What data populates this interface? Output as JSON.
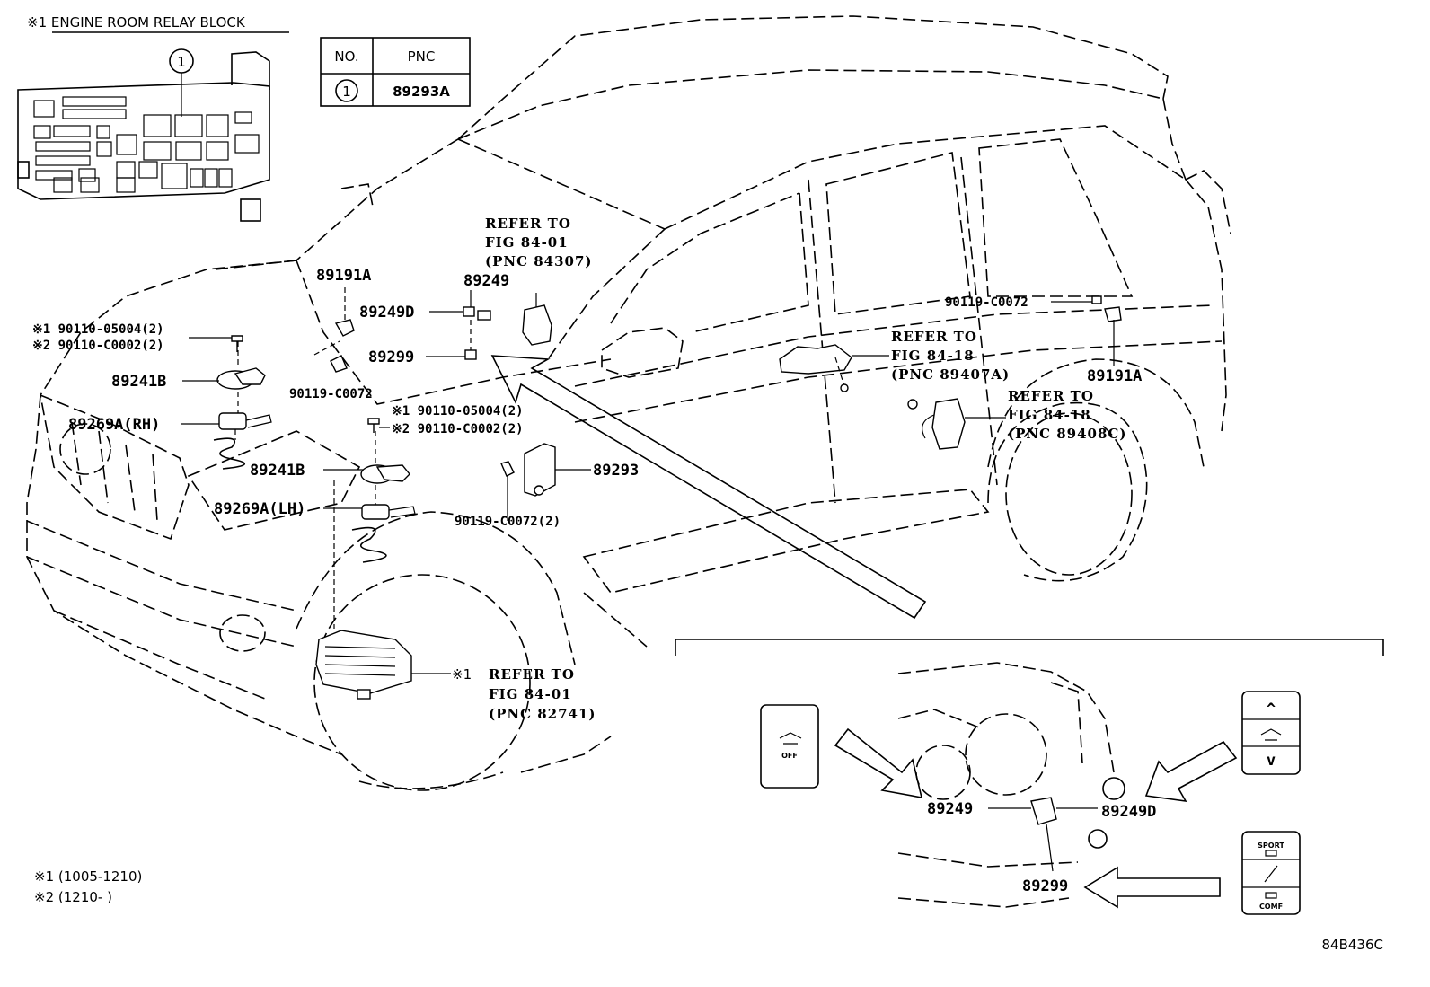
{
  "header": {
    "relay_block_title": "※1 ENGINE ROOM RELAY BLOCK",
    "relay_callout": "1"
  },
  "pnc_table": {
    "col_no": "NO.",
    "col_pnc": "PNC",
    "row_no": "1",
    "row_pnc": "89293A"
  },
  "labels": {
    "p89191a_top": "89191A",
    "p89249_top": "89249",
    "p89249d_top": "89249D",
    "p89299_top": "89299",
    "p90119_top": "90119-C0072",
    "p89241b_rh": "89241B",
    "p89269a_rh": "89269A(RH)",
    "p89241b_lh": "89241B",
    "p89269a_lh": "89269A(LH)",
    "p89293": "89293",
    "p90119_mid": "90119-C0072(2)",
    "p90119_right": "90119-C0072",
    "p89191a_right": "89191A",
    "bolt_left_1": "※1 90110-05004(2)",
    "bolt_left_2": "※2 90110-C0002(2)",
    "bolt_mid_1": "※1 90110-05004(2)",
    "bolt_mid_2": "※2 90110-C0002(2)",
    "relay_ref_mark": "※1"
  },
  "references": {
    "ref1": [
      "REFER TO",
      "FIG 84-01",
      "(PNC 84307)"
    ],
    "ref2": [
      "REFER TO",
      "FIG 84-18",
      "(PNC 89407A)"
    ],
    "ref3": [
      "REFER TO",
      "FIG 84-18",
      "(PNC 89408C)"
    ],
    "ref4": [
      "REFER TO",
      "FIG 84-01",
      "(PNC 82741)"
    ]
  },
  "inset": {
    "p89249": "89249",
    "p89249d": "89249D",
    "p89299": "89299",
    "switch_off": "OFF",
    "switch_sport": "SPORT",
    "switch_comf": "COMF",
    "arrow_up": "^",
    "arrow_down": "v"
  },
  "footnotes": {
    "note1": "※1 (1005-1210)",
    "note2": "※2 (1210-      )"
  },
  "figure_id": "84B436C"
}
